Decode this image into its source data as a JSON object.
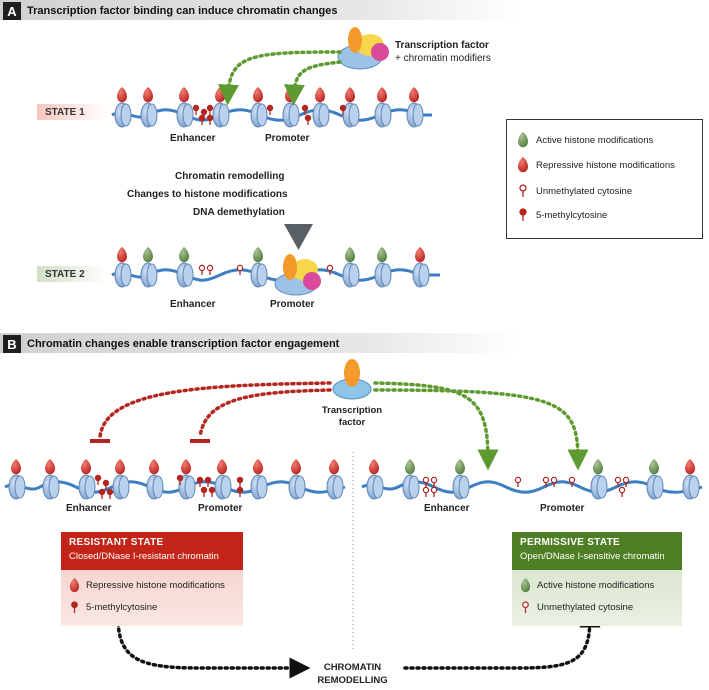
{
  "panel_a": {
    "letter": "A",
    "title": "Transcription factor binding can induce chromatin changes",
    "tf_label_line1": "Transcription factor",
    "tf_label_line2": "+ chromatin modifiers",
    "state1_label": "STATE 1",
    "state2_label": "STATE 2",
    "enhancer_label": "Enhancer",
    "promoter_label": "Promoter",
    "processes": [
      "Chromatin remodelling",
      "Changes to histone modifications",
      "DNA demethylation"
    ]
  },
  "legend": {
    "items": [
      {
        "icon": "green-histone-mark-icon",
        "label": "Active histone modifications"
      },
      {
        "icon": "red-histone-mark-icon",
        "label": "Repressive histone modifications"
      },
      {
        "icon": "open-lollipop-icon",
        "label": "Unmethylated cytosine"
      },
      {
        "icon": "filled-lollipop-icon",
        "label": "5-methylcytosine"
      }
    ]
  },
  "panel_b": {
    "letter": "B",
    "title": "Chromatin changes enable transcription factor engagement",
    "tf_line1": "Transcription",
    "tf_line2": "factor",
    "enhancer_label": "Enhancer",
    "promoter_label": "Promoter",
    "resistant": {
      "title": "RESISTANT STATE",
      "subtitle": "Closed/DNase I-resistant chromatin",
      "items": [
        "Repressive histone modifications",
        "5-methylcytosine"
      ]
    },
    "permissive": {
      "title": "PERMISSIVE STATE",
      "subtitle": "Open/DNase I-sensitive chromatin",
      "items": [
        "Active histone modifications",
        "Unmethylated cytosine"
      ]
    },
    "remodelling_line1": "CHROMATIN",
    "remodelling_line2": "REMODELLING"
  },
  "colors": {
    "nucleosome": "#7ea6d6",
    "dna": "#3e7fc1",
    "repressive": "#c8282c",
    "active": "#6f9b5a",
    "resistant_head": "#c22417",
    "permissive_head": "#4e7f24",
    "inhibit_arrow": "#b32620",
    "activate_arrow": "#5d9a2f"
  }
}
